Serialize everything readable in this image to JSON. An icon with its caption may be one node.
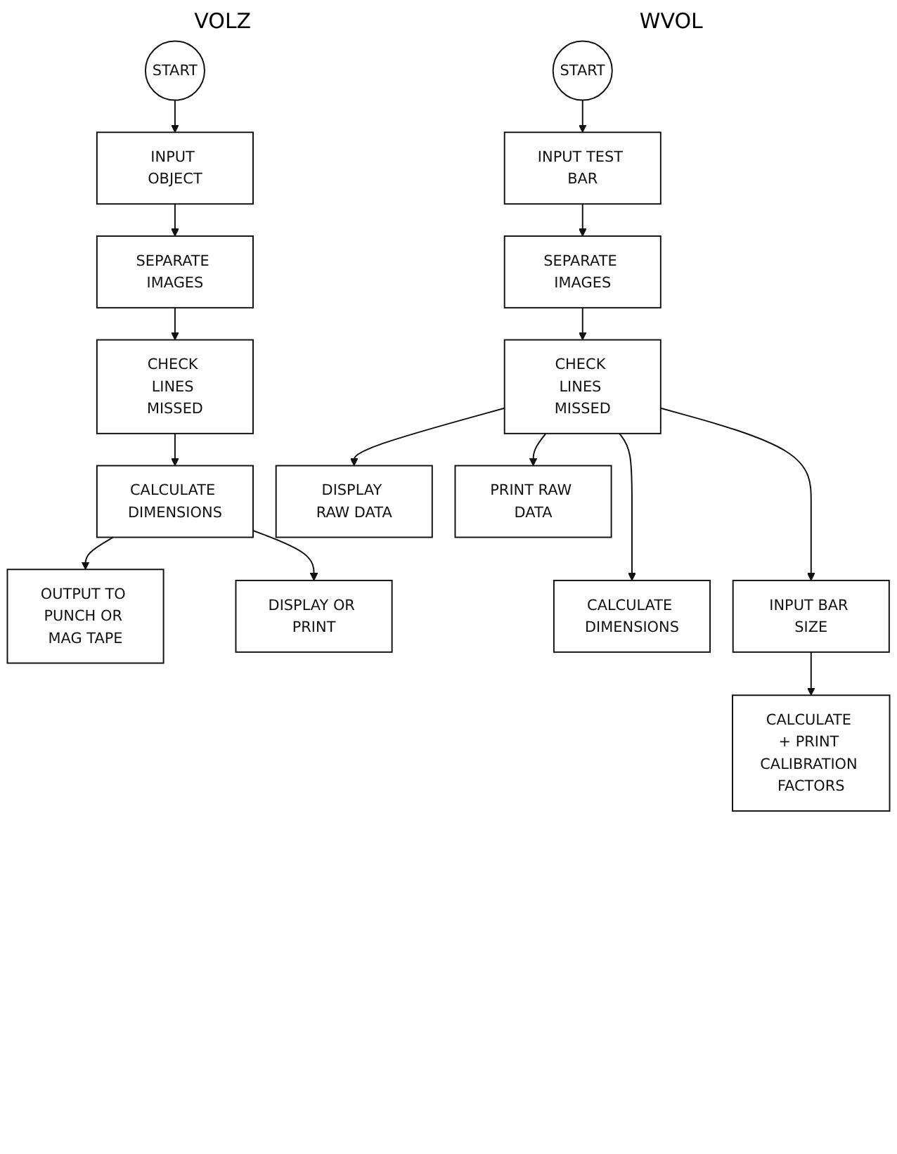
{
  "diagram": {
    "nodes": [
      {
        "text": [
          "START"
        ]
      },
      {
        "text": [
          "INPUT OBJECT"
        ]
      },
      {
        "text": [
          "SEPARATE IMAGES"
        ]
      },
      {
        "text": [
          "CHECK LINES MISSED"
        ]
      },
      {
        "text": [
          "CALCULATE DIMENSIONS"
        ]
      },
      {
        "text": [
          "OUTPUT TO PUNCH OR MAG TAPE"
        ]
      },
      {
        "text": [
          "DISPLAY OR PRINT"
        ]
      },
      {
        "text": [
          "START"
        ]
      },
      {
        "text": [
          "INPUT TEST BAR"
        ]
      },
      {
        "text": [
          "SEPARATE IMAGES"
        ]
      },
      {
        "text": [
          "CHECK LINES MISSED"
        ]
      },
      {
        "text": [
          "DISPLAY RAW DATA"
        ]
      },
      {
        "text": [
          "PRINT RAW DATA"
        ]
      },
      {
        "text": [
          "CALCULATE DIMENSIONS"
        ]
      },
      {
        "text": [
          "INPUT BAR SIZE"
        ]
      },
      {
        "text": [
          "CALCULATE + PRINT CALIBRATION FACTORS"
        ]
      }
    ],
    "edges": [
      {
        "from": 0,
        "to": 1,
        "arrow": "to"
      },
      {
        "from": 1,
        "to": 2,
        "arrow": "to"
      },
      {
        "from": 2,
        "to": 3,
        "arrow": "to"
      },
      {
        "from": 3,
        "to": 4,
        "arrow": "to"
      },
      {
        "from": 4,
        "to": 5,
        "arrow": "to"
      },
      {
        "from": 4,
        "to": 6,
        "arrow": "to"
      },
      {
        "from": 7,
        "to": 8,
        "arrow": "to"
      },
      {
        "from": 8,
        "to": 9,
        "arrow": "to"
      },
      {
        "from": 9,
        "to": 10,
        "arrow": "to"
      },
      {
        "from": 10,
        "to": 11,
        "arrow": "to"
      },
      {
        "from": 10,
        "to": 13,
        "arrow": "to"
      },
      {
        "from": 10,
        "to": 14,
        "arrow": "to"
      },
      {
        "from": 10,
        "to": 12,
        "arrow": "to"
      },
      {
        "from": 14,
        "to": 15,
        "arrow": "to"
      }
    ],
    "labels": [
      "VOLZ",
      "WVOL"
    ]
  }
}
